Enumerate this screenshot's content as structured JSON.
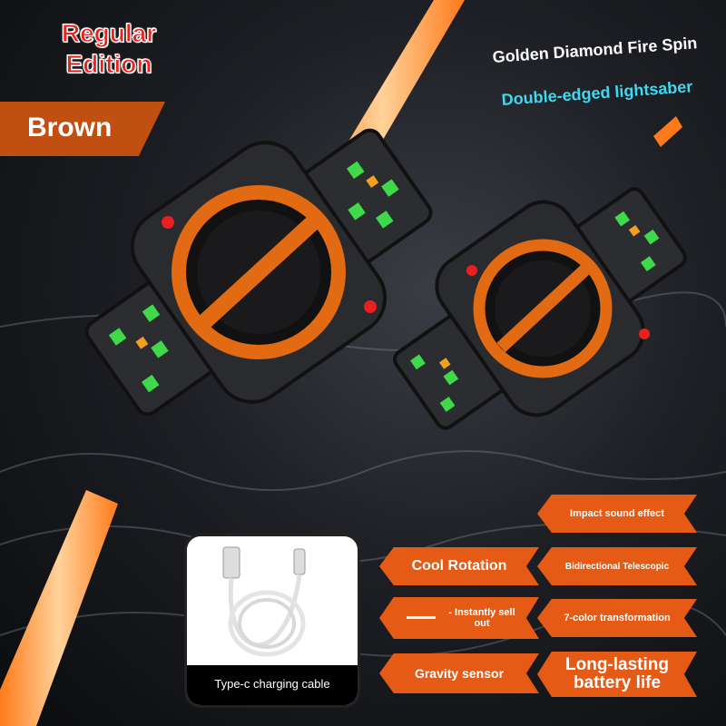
{
  "edition_label": "Regular Edition",
  "color_tag": "Brown",
  "title_line1": "Golden Diamond Fire Spin",
  "title_line2": "Double-edged lightsaber",
  "cable_caption": "Type-c charging cable",
  "features": [
    "Impact sound effect",
    "Cool Rotation",
    "Bidirectional Telescopic",
    "- Instantly sell out",
    "7-color transformation",
    "Gravity sensor",
    "Long-lasting battery life"
  ],
  "colors": {
    "accent_orange": "#e55a14",
    "tag_brown": "#c24f12",
    "edition_red": "#e8221c",
    "title_cyan": "#3fd9f0",
    "gem_green": "#3fd94a"
  }
}
